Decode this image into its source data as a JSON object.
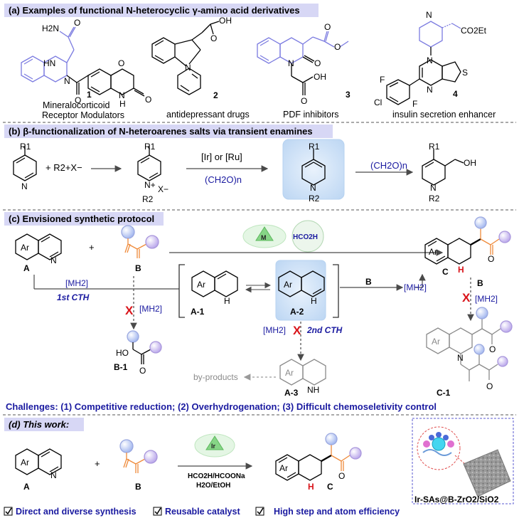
{
  "colors": {
    "scaffold": "#7b7be0",
    "orange": "#ef8a3a",
    "blue_text": "#1a1aa0",
    "red_text": "#d9141a",
    "header_bg": "#d7d7f5",
    "highlight": "#cfe3f7",
    "circle_blue": "#b9c6f0",
    "circle_purple": "#c7b9ec",
    "gray": "#8a8a8a",
    "green": "#86d586"
  },
  "panel_a": {
    "title": "(a) Examples of functional N-heterocyclic γ-amino acid derivatives",
    "compounds": [
      {
        "number": "1",
        "caption_1": "Mineralocorticoid",
        "caption_2": "Receptor Modulators",
        "atom_labels": [
          "H2N",
          "O",
          "HN",
          "N",
          "O",
          "N",
          "H",
          "O",
          "O"
        ]
      },
      {
        "number": "2",
        "caption_1": "antidepressant drugs",
        "atom_labels": [
          "OH",
          "O",
          "N"
        ]
      },
      {
        "number": "3",
        "caption_1": "PDF inhibitors",
        "atom_labels": [
          "O",
          "O",
          "N",
          "O",
          "O",
          "OH"
        ]
      },
      {
        "number": "4",
        "caption_1": "insulin secretion enhancer",
        "atom_labels": [
          "N",
          "CO2Et",
          "N",
          "N",
          "S",
          "F",
          "Cl",
          "F"
        ]
      }
    ]
  },
  "panel_b": {
    "title": "(b) β-functionalization of N-heteroarenes salts via transient enamines",
    "reagent": "+ R2+X−",
    "catalyst": "[Ir] or [Ru]",
    "reagent_2": "(CH2O)n",
    "reagent_3": "(CH2O)n",
    "labels": [
      "R1",
      "N",
      "R1",
      "N+",
      "X−",
      "R2",
      "R1",
      "N",
      "R2",
      "R1",
      "OH",
      "N",
      "R2"
    ]
  },
  "panel_c": {
    "title": "(c) Envisioned synthetic protocol",
    "catalyst_metal": "M",
    "h_source": "HCO2H",
    "labels": {
      "A": "A",
      "B": "B",
      "C": "C",
      "A1": "A-1",
      "A2": "A-2",
      "A3": "A-3",
      "B1": "B-1",
      "C1": "C-1",
      "Ar": "Ar",
      "N": "N",
      "H": "H",
      "NH": "NH",
      "HO": "HO",
      "O": "O",
      "N_red": "N",
      "plus": "+",
      "mh2": "[MH2]",
      "first_cth": "1st CTH",
      "second_cth": "2nd CTH",
      "byproducts": "by-products",
      "cross": "X",
      "B_arrow": "B"
    },
    "challenges": "Challenges: (1) Competitive reduction; (2) Overhydrogenation; (3) Difficult chemoseletivity control"
  },
  "panel_d": {
    "title": "(d) This work:",
    "catalyst_metal": "Ir",
    "conditions_1": "HCO2H/HCOONa",
    "conditions_2": "H2O/EtOH",
    "catalyst_name": "Ir-SAs@B-ZrO2/SiO2",
    "labels": {
      "A": "A",
      "B": "B",
      "C": "C",
      "Ar": "Ar",
      "N": "N",
      "H": "H",
      "O": "O",
      "plus": "+"
    }
  },
  "footer": {
    "item_1": "Direct and diverse synthesis",
    "item_2": "Reusable catalyst",
    "item_3": "High step and atom efficiency"
  }
}
